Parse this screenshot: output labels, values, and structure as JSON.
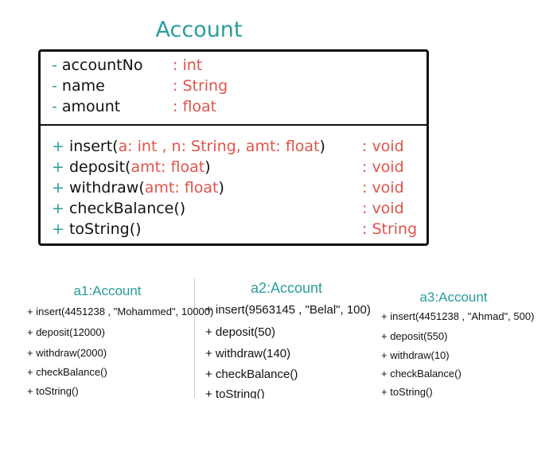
{
  "class": {
    "name": "Account",
    "attributes": [
      {
        "vis": "-",
        "name": "accountNo",
        "type": ": int"
      },
      {
        "vis": "-",
        "name": "name",
        "type": ": String"
      },
      {
        "vis": "-",
        "name": "amount",
        "type": ": float"
      }
    ],
    "operations": [
      {
        "vis": "+",
        "name": "insert(",
        "params": "a: int , n: String, amt: float",
        "close": ")",
        "ret": ": void"
      },
      {
        "vis": "+",
        "name": "deposit(",
        "params": "amt: float",
        "close": ")",
        "ret": ": void"
      },
      {
        "vis": "+",
        "name": "withdraw(",
        "params": "amt: float",
        "close": ")",
        "ret": ": void"
      },
      {
        "vis": "+",
        "name": "checkBalance()",
        "params": "",
        "close": "",
        "ret": ": void"
      },
      {
        "vis": "+",
        "name": "toString()",
        "params": "",
        "close": "",
        "ret": ": String"
      }
    ]
  },
  "objects": [
    {
      "title": "a1:Account",
      "items": [
        "+ insert(4451238 , \"Mohammed\", 10000)",
        "+ deposit(12000)",
        "+ withdraw(2000)",
        "+ checkBalance()",
        "+ toString()"
      ]
    },
    {
      "title": "a2:Account",
      "items": [
        "+ insert(9563145 , \"Belal\", 100)",
        "+ deposit(50)",
        "+ withdraw(140)",
        "+ checkBalance()",
        "+ toString()"
      ]
    },
    {
      "title": "a3:Account",
      "items": [
        "+ insert(4451238 , \"Ahmad\", 500)",
        "+ deposit(550)",
        "+ withdraw(10)",
        "+ checkBalance()",
        "+ toString()"
      ]
    }
  ]
}
